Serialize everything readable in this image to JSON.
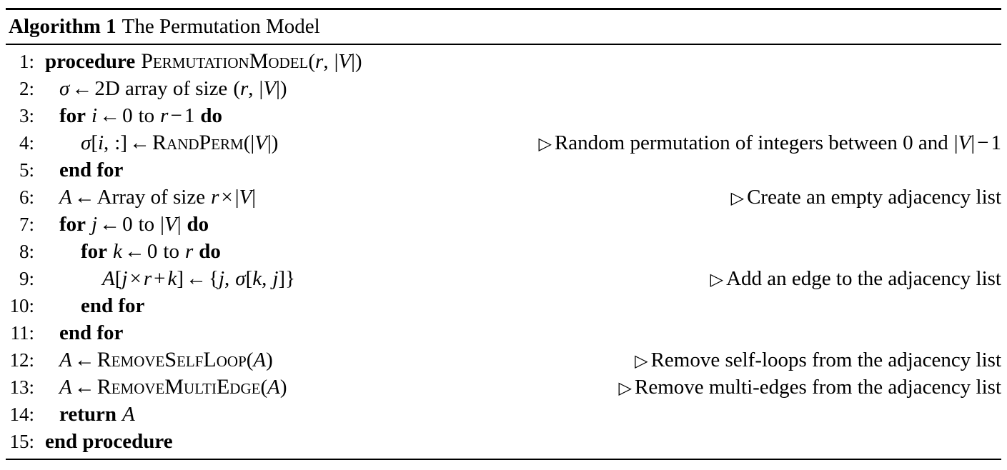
{
  "algorithm": {
    "label": "Algorithm 1",
    "title": "The Permutation Model",
    "lines": [
      {
        "number": "1:",
        "indent": 0,
        "code": "procedure PERMUTATIONMODEL(r, |V|)",
        "comment": ""
      },
      {
        "number": "2:",
        "indent": 1,
        "code": "σ ← 2D array of size (r, |V|)",
        "comment": ""
      },
      {
        "number": "3:",
        "indent": 1,
        "code": "for i ← 0 to r − 1 do",
        "comment": ""
      },
      {
        "number": "4:",
        "indent": 2,
        "code": "σ[i, :] ← RANDPERM(|V|)",
        "comment": "▷ Random permutation of integers between 0 and |V| − 1"
      },
      {
        "number": "5:",
        "indent": 1,
        "code": "end for",
        "comment": ""
      },
      {
        "number": "6:",
        "indent": 1,
        "code": "A ← Array of size r × |V|",
        "comment": "▷ Create an empty adjacency list"
      },
      {
        "number": "7:",
        "indent": 1,
        "code": "for j ← 0 to |V| do",
        "comment": ""
      },
      {
        "number": "8:",
        "indent": 2,
        "code": "for k ← 0 to r do",
        "comment": ""
      },
      {
        "number": "9:",
        "indent": 3,
        "code": "A[j × r + k] ← {j, σ[k, j]}",
        "comment": "▷ Add an edge to the adjacency list"
      },
      {
        "number": "10:",
        "indent": 2,
        "code": "end for",
        "comment": ""
      },
      {
        "number": "11:",
        "indent": 1,
        "code": "end for",
        "comment": ""
      },
      {
        "number": "12:",
        "indent": 1,
        "code": "A ← REMOVESELFLOOP(A)",
        "comment": "▷ Remove self-loops from the adjacency list"
      },
      {
        "number": "13:",
        "indent": 1,
        "code": "A ← REMOVEMULTIEDGE(A)",
        "comment": "▷ Remove multi-edges from the adjacency list"
      },
      {
        "number": "14:",
        "indent": 1,
        "code": "return A",
        "comment": ""
      },
      {
        "number": "15:",
        "indent": 0,
        "code": "end procedure",
        "comment": ""
      }
    ]
  }
}
